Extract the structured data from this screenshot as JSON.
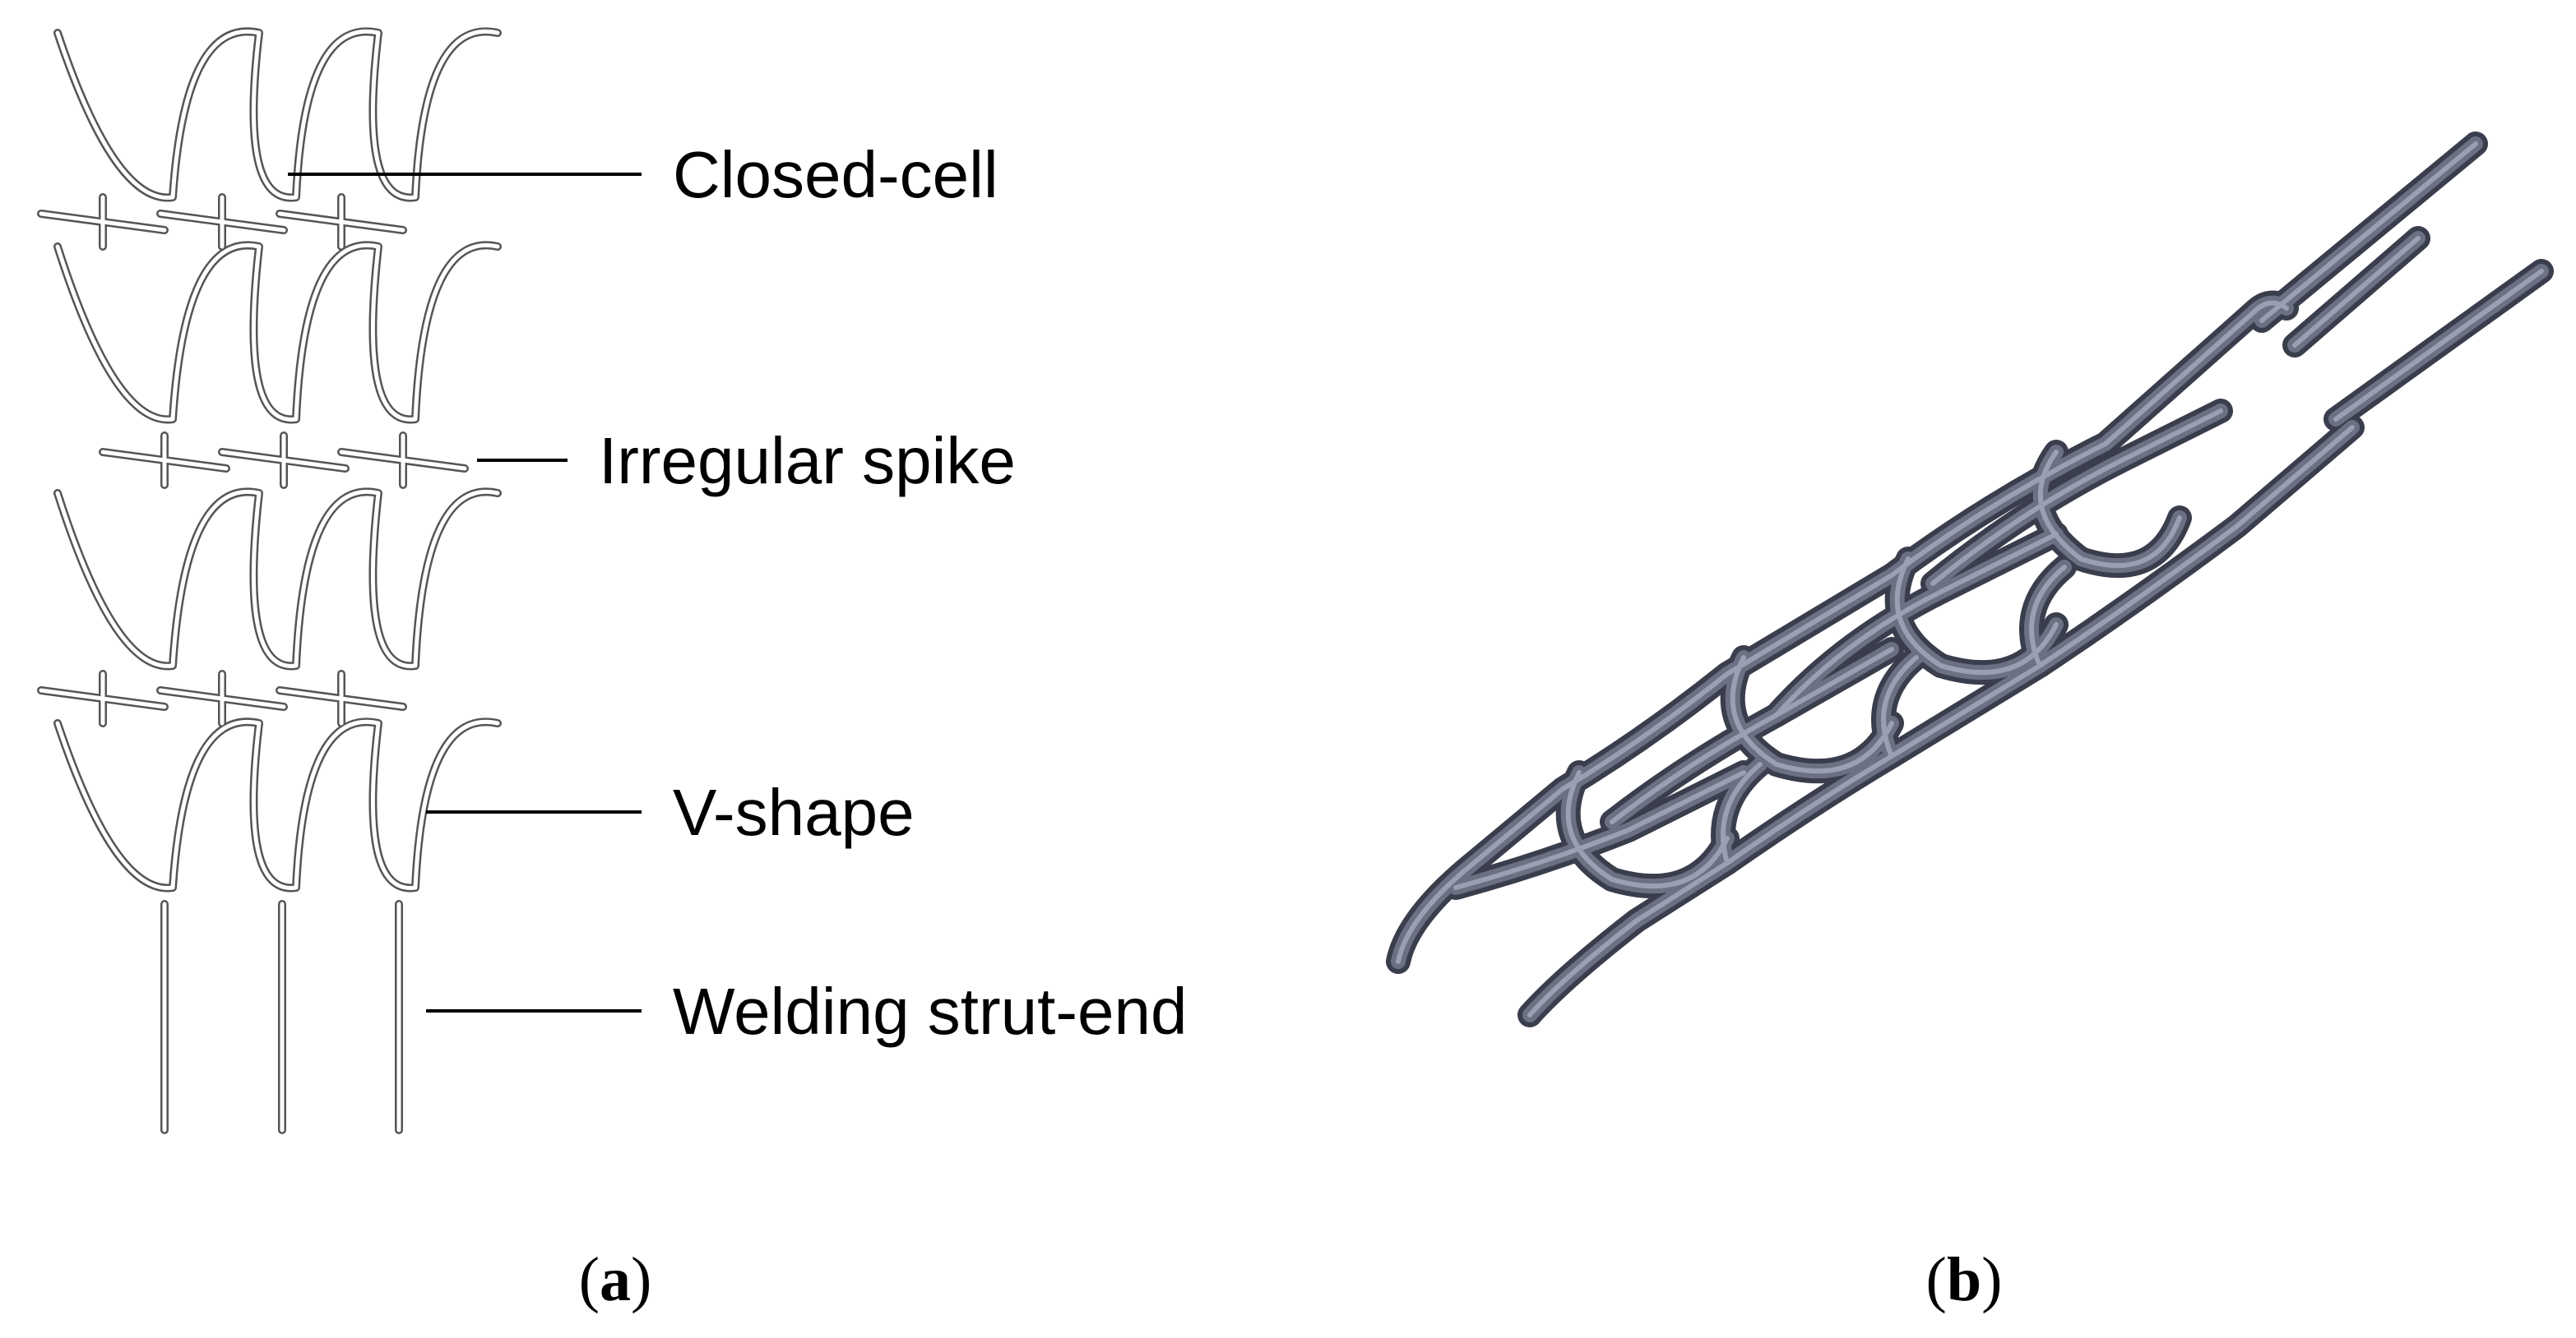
{
  "labels": {
    "closed_cell": "Closed-cell",
    "irregular_spike": "Irregular spike",
    "v_shape": "V-shape",
    "welding_strut_end": "Welding strut-end"
  },
  "captions": {
    "a_open": "(",
    "a_letter": "a",
    "a_close": ")",
    "b_open": "(",
    "b_letter": "b",
    "b_close": ")"
  },
  "colors": {
    "wire": "#555555",
    "stent_dark": "#3a3d4c",
    "stent_mid": "#6b7082",
    "stent_light": "#9aa0b2"
  }
}
